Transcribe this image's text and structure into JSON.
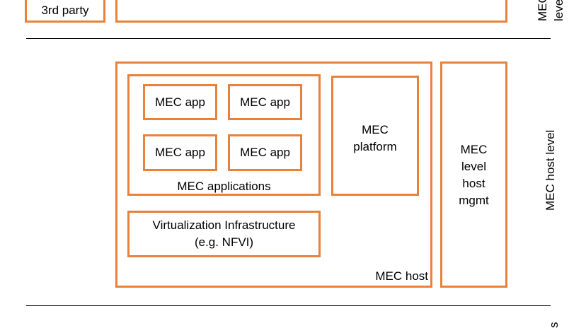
{
  "top": {
    "third_party": "3rd party",
    "side_label_line1": "MEC",
    "side_label_line2": "leve"
  },
  "host": {
    "app1": "MEC app",
    "app2": "MEC app",
    "app3": "MEC app",
    "app4": "MEC app",
    "applications_label": "MEC applications",
    "platform": "MEC\nplatform",
    "virtualization": "Virtualization Infrastructure\n(e.g. NFVI)",
    "host_label": "MEC host",
    "mgmt": "MEC\nlevel\nhost\nmgmt",
    "side_label": "MEC host level"
  },
  "bottom": {
    "partial_glyph": "s"
  },
  "colors": {
    "box_border": "#E8823A",
    "divider": "#000000"
  }
}
